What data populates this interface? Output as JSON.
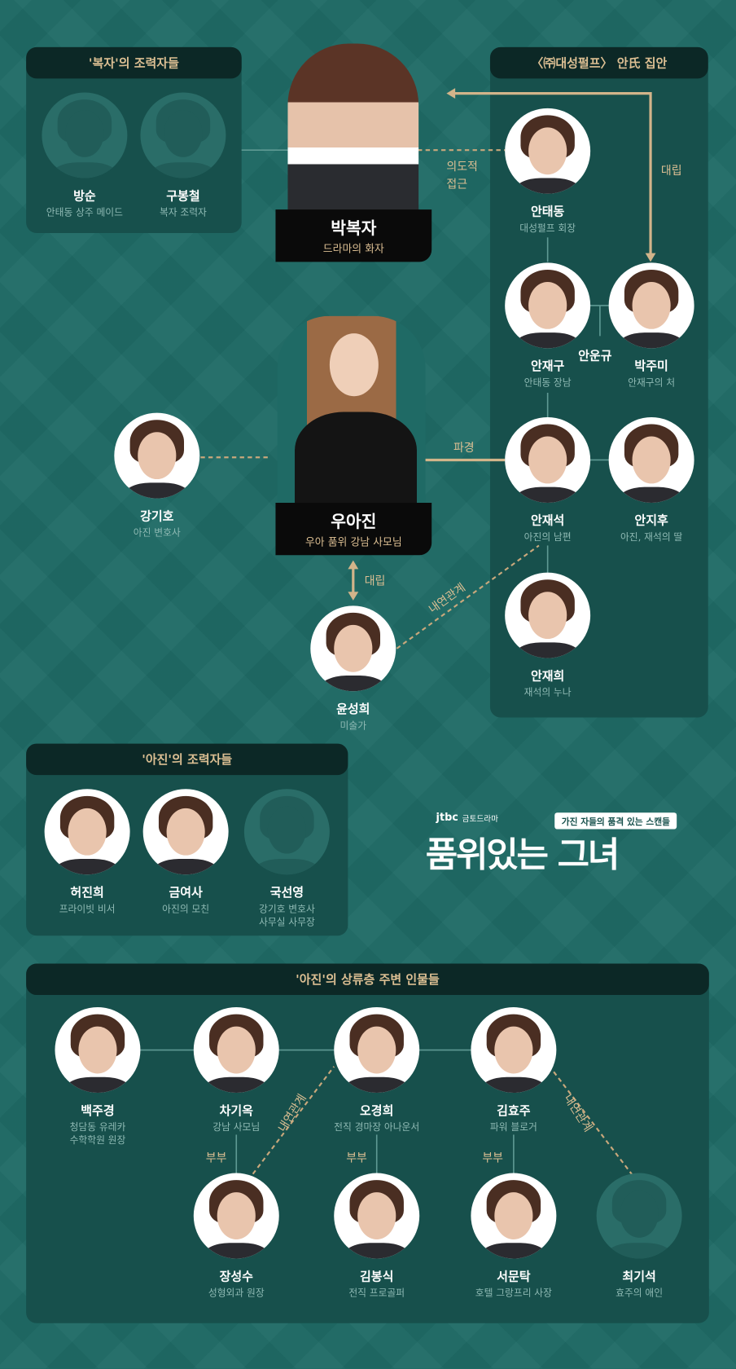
{
  "groups": {
    "bokja_helpers": "'복자'의 조력자들",
    "an_family": "〈㈜대성펄프〉 안氏 집안",
    "ajin_helpers": "'아진'의 조력자들",
    "upper_class": "'아진'의 상류층 주변 인물들"
  },
  "main": {
    "bokja": {
      "name": "박복자",
      "role": "드라마의 화자"
    },
    "ajin": {
      "name": "우아진",
      "role": "우아 품위 강남 사모님"
    }
  },
  "persons": [
    {
      "name": "방순",
      "role": "안태동 상주 메이드",
      "photo": false
    },
    {
      "name": "구봉철",
      "role": "복자 조력자",
      "photo": false
    },
    {
      "name": "안태동",
      "role": "대성펄프 회장",
      "photo": true
    },
    {
      "name": "안재구",
      "role": "안태동 장남",
      "photo": true
    },
    {
      "name": "박주미",
      "role": "안재구의 처",
      "photo": true
    },
    {
      "name": "안재석",
      "role": "아진의 남편",
      "photo": true
    },
    {
      "name": "안지후",
      "role": "아진, 재석의 딸",
      "photo": true
    },
    {
      "name": "안재희",
      "role": "재석의 누나",
      "photo": true
    },
    {
      "name": "강기호",
      "role": "아진 변호사",
      "photo": true
    },
    {
      "name": "윤성희",
      "role": "미술가",
      "photo": true
    },
    {
      "name": "허진희",
      "role": "프라이빗 비서",
      "photo": true
    },
    {
      "name": "금여사",
      "role": "아진의 모친",
      "photo": true
    },
    {
      "name": "국선영",
      "role": "강기호 변호사\n사무실 사무장",
      "photo": false
    },
    {
      "name": "백주경",
      "role": "청담동 유레카\n수학학원 원장",
      "photo": true
    },
    {
      "name": "차기옥",
      "role": "강남 사모님",
      "photo": true
    },
    {
      "name": "오경희",
      "role": "전직 경마장 아나운서",
      "photo": true
    },
    {
      "name": "김효주",
      "role": "파워 블로거",
      "photo": true
    },
    {
      "name": "장성수",
      "role": "성형외과 원장",
      "photo": true
    },
    {
      "name": "김봉식",
      "role": "전직 프로골퍼",
      "photo": true
    },
    {
      "name": "서문탁",
      "role": "호텔 그랑프리 사장",
      "photo": true
    },
    {
      "name": "최기석",
      "role": "효주의 애인",
      "photo": false
    }
  ],
  "an_ungyu": "안운규",
  "relations": {
    "intentional": "의도적\n접근",
    "conflict1": "대립",
    "dispatch": "파경",
    "conflict2": "대립",
    "affair1": "내연관계",
    "affair2": "내연관계",
    "affair3": "내연관계",
    "couple1": "부부",
    "couple2": "부부",
    "couple3": "부부"
  },
  "logo": {
    "network": "jtbc",
    "slot": "금토드라마",
    "tagline": "가진 자들의 품격 있는 스캔들",
    "title": "품위있는 그녀"
  },
  "colors": {
    "bg": "#1f6a65",
    "box": "#17504c",
    "header": "#0c2826",
    "accent": "#dcbf93"
  }
}
